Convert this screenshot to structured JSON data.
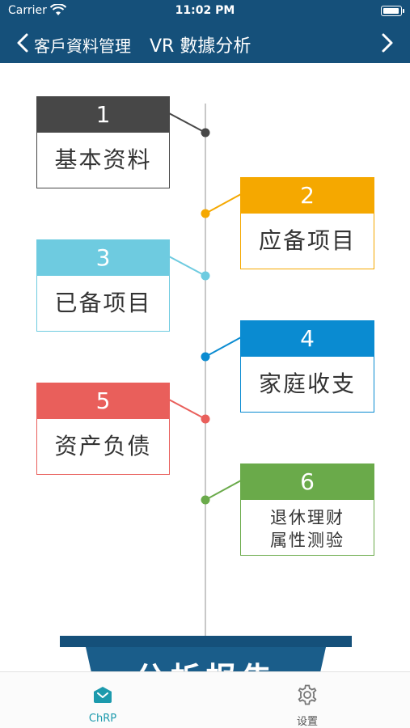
{
  "status_bar": {
    "carrier": "Carrier",
    "time": "11:02 PM"
  },
  "nav": {
    "title": "客戶資料管理",
    "subtitle": "VR 數據分析"
  },
  "colors": {
    "nav": "#15507a",
    "item1": "#474747",
    "item2": "#f5a800",
    "item3": "#6ecbe0",
    "item4": "#0a8bd1",
    "item5": "#e95f5b",
    "item6": "#6aaa4a"
  },
  "timeline": {
    "items": [
      {
        "number": "1",
        "label": "基本资料"
      },
      {
        "number": "2",
        "label": "应备项目"
      },
      {
        "number": "3",
        "label": "已备项目"
      },
      {
        "number": "4",
        "label": "家庭收支"
      },
      {
        "number": "5",
        "label": "资产负债"
      },
      {
        "number": "6",
        "label_line1": "退休理财",
        "label_line2": "属性测验"
      }
    ]
  },
  "report": {
    "label": "分析报告"
  },
  "tabs": [
    {
      "label": "ChRP",
      "icon": "chrp-icon",
      "active": true
    },
    {
      "label": "设置",
      "icon": "gear-icon",
      "active": false
    }
  ]
}
